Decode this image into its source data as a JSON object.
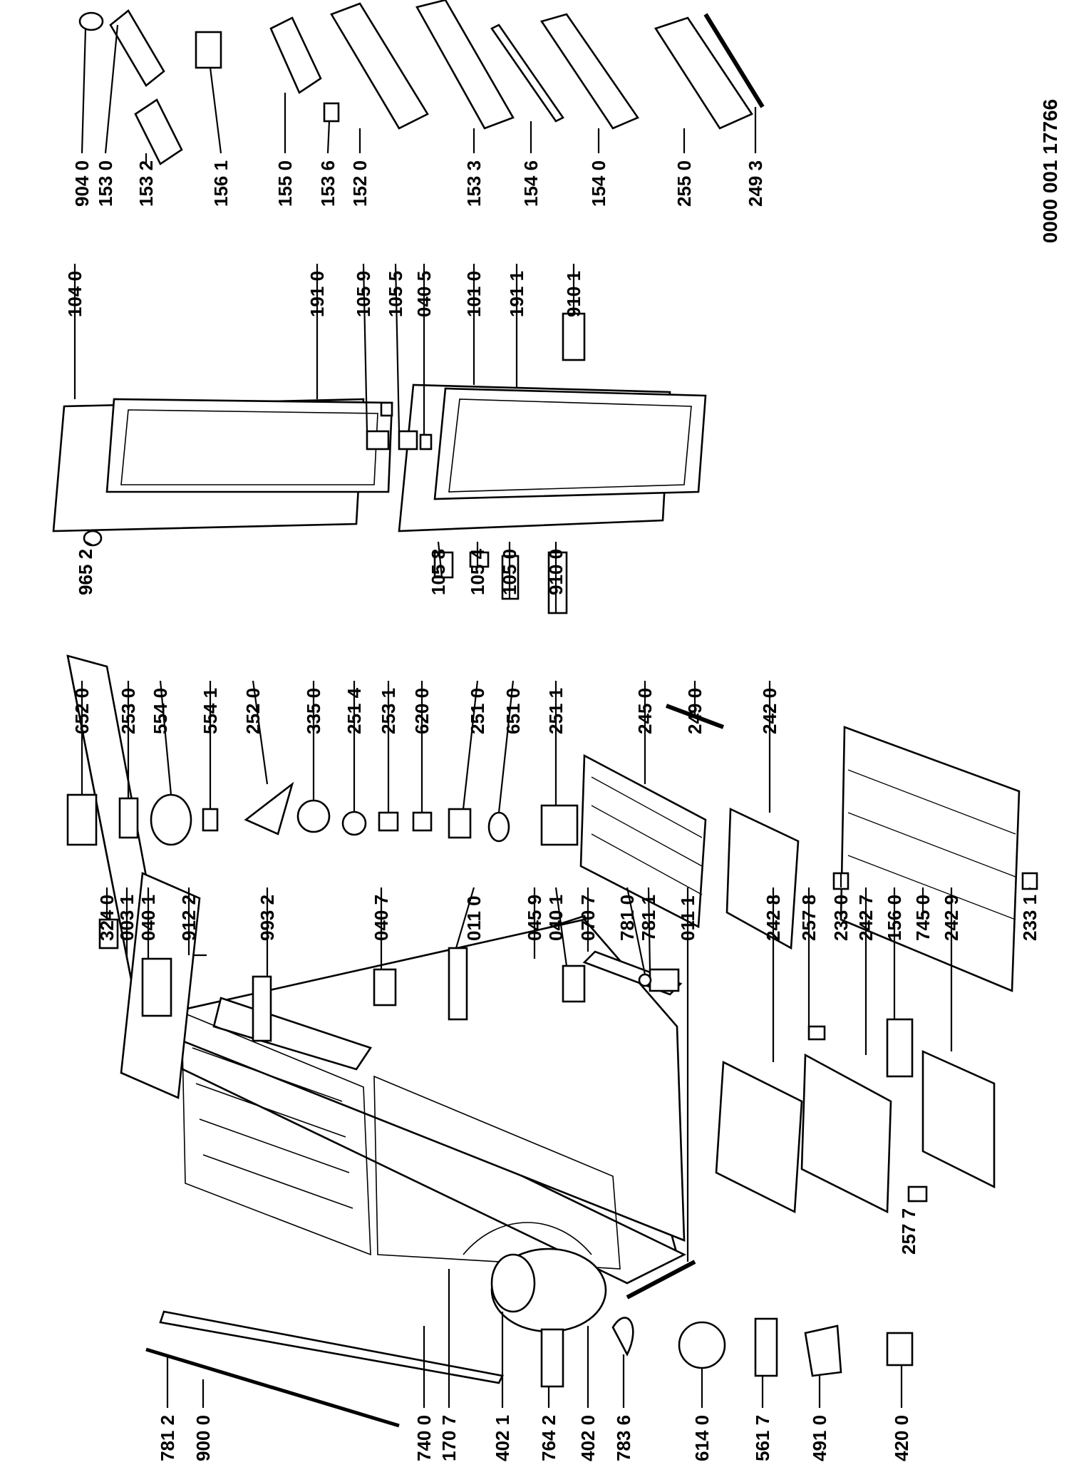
{
  "document_number": "0000 001 17766",
  "callouts": {
    "cabinet": [
      "781 2",
      "900 0",
      "740 0",
      "170 7",
      "402 1",
      "764 2",
      "402 0",
      "783 6",
      "614 0",
      "561 7",
      "491 0",
      "420 0",
      "324 0",
      "003 1",
      "040 1",
      "912 2",
      "993 2",
      "040 7",
      "011 0",
      "045 9",
      "040 1",
      "070 7",
      "781 0",
      "781 1",
      "011 1",
      "242 8",
      "257 8",
      "233 0",
      "242 7",
      "156 0",
      "745 0",
      "242 9",
      "233 1",
      "257 7"
    ],
    "fittings": [
      "652 0",
      "253 0",
      "554 0",
      "554 1",
      "252 0",
      "335 0",
      "251 4",
      "253 1",
      "620 0",
      "251 0",
      "651 0",
      "251 1",
      "245 0",
      "249 0",
      "242 0"
    ],
    "doors": [
      "104 0",
      "191 0",
      "105 9",
      "105 5",
      "040 5",
      "101 0",
      "191 1",
      "910 1",
      "965 2",
      "105 8",
      "105 4",
      "105 0",
      "910 0"
    ],
    "door_accessories": [
      "904 0",
      "153 0",
      "153 2",
      "156 1",
      "155 0",
      "153 6",
      "152 0",
      "153 3",
      "154 6",
      "154 0",
      "255 0",
      "249 3"
    ]
  }
}
